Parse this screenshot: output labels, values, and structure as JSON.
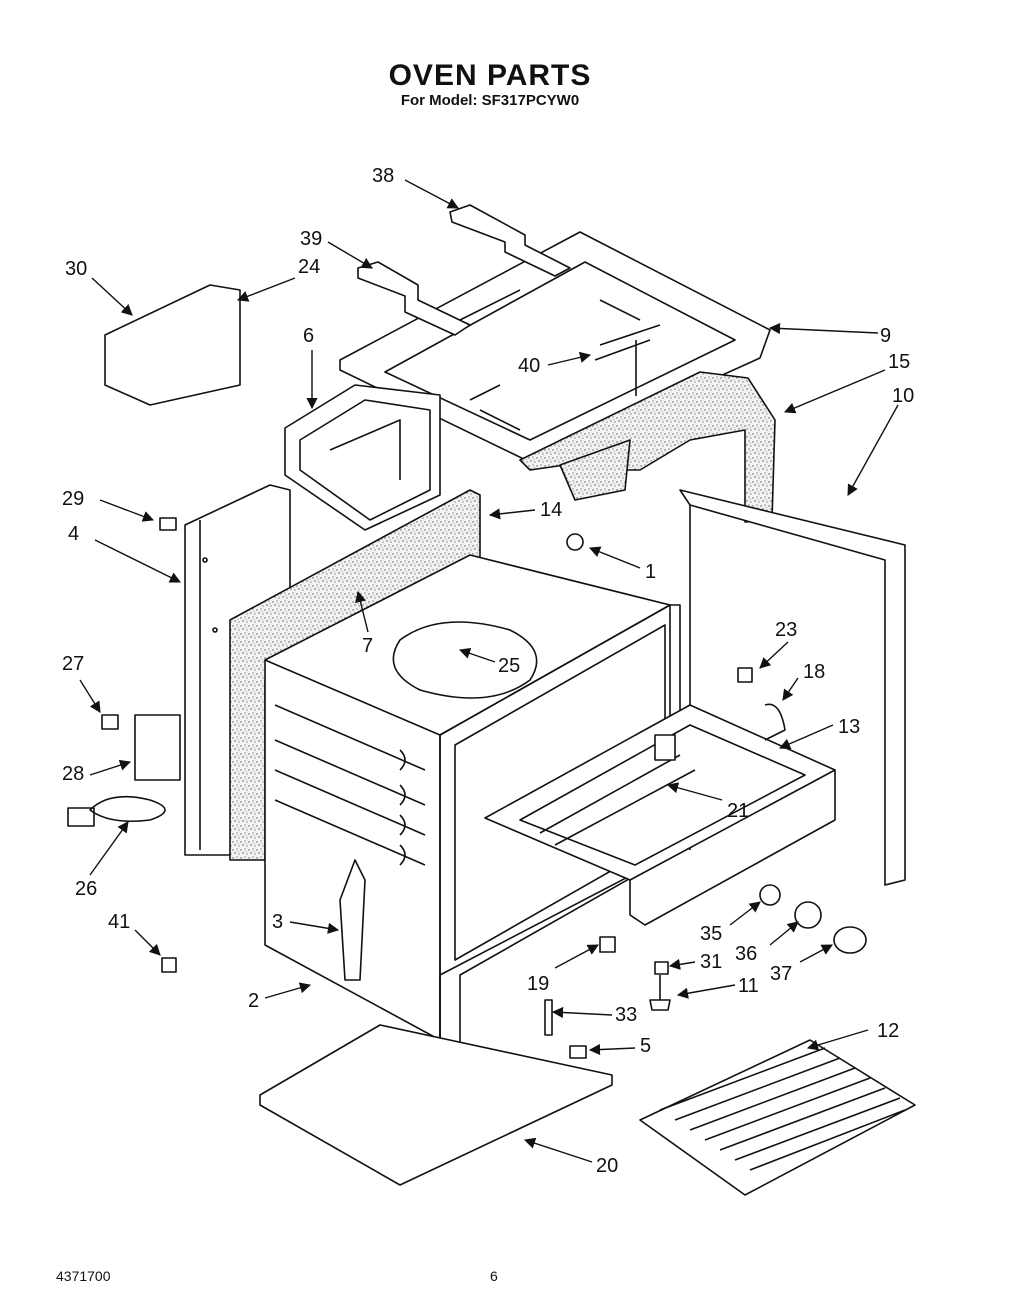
{
  "header": {
    "title": "OVEN PARTS",
    "subtitle": "For Model: SF317PCYW0"
  },
  "callouts": [
    {
      "num": "38"
    },
    {
      "num": "39"
    },
    {
      "num": "30"
    },
    {
      "num": "24"
    },
    {
      "num": "6"
    },
    {
      "num": "9"
    },
    {
      "num": "40"
    },
    {
      "num": "15"
    },
    {
      "num": "10"
    },
    {
      "num": "29"
    },
    {
      "num": "14"
    },
    {
      "num": "4"
    },
    {
      "num": "1"
    },
    {
      "num": "7"
    },
    {
      "num": "25"
    },
    {
      "num": "23"
    },
    {
      "num": "18"
    },
    {
      "num": "27"
    },
    {
      "num": "13"
    },
    {
      "num": "28"
    },
    {
      "num": "21"
    },
    {
      "num": "26"
    },
    {
      "num": "3"
    },
    {
      "num": "35"
    },
    {
      "num": "36"
    },
    {
      "num": "41"
    },
    {
      "num": "31"
    },
    {
      "num": "37"
    },
    {
      "num": "19"
    },
    {
      "num": "11"
    },
    {
      "num": "2"
    },
    {
      "num": "33"
    },
    {
      "num": "12"
    },
    {
      "num": "5"
    },
    {
      "num": "20"
    }
  ],
  "footer": {
    "doc_number": "4371700",
    "page_number": "6"
  }
}
